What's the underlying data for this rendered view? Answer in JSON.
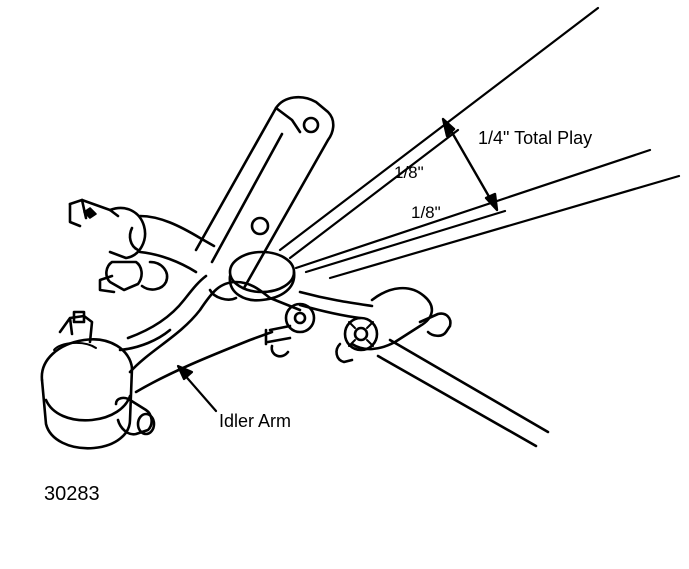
{
  "labels": {
    "total_play": "1/4\" Total Play",
    "play_upper": "1/8\"",
    "play_lower": "1/8\"",
    "idler_arm": "Idler Arm",
    "figure_number": "30283"
  },
  "colors": {
    "ink": "#000000",
    "paper": "#ffffff"
  }
}
